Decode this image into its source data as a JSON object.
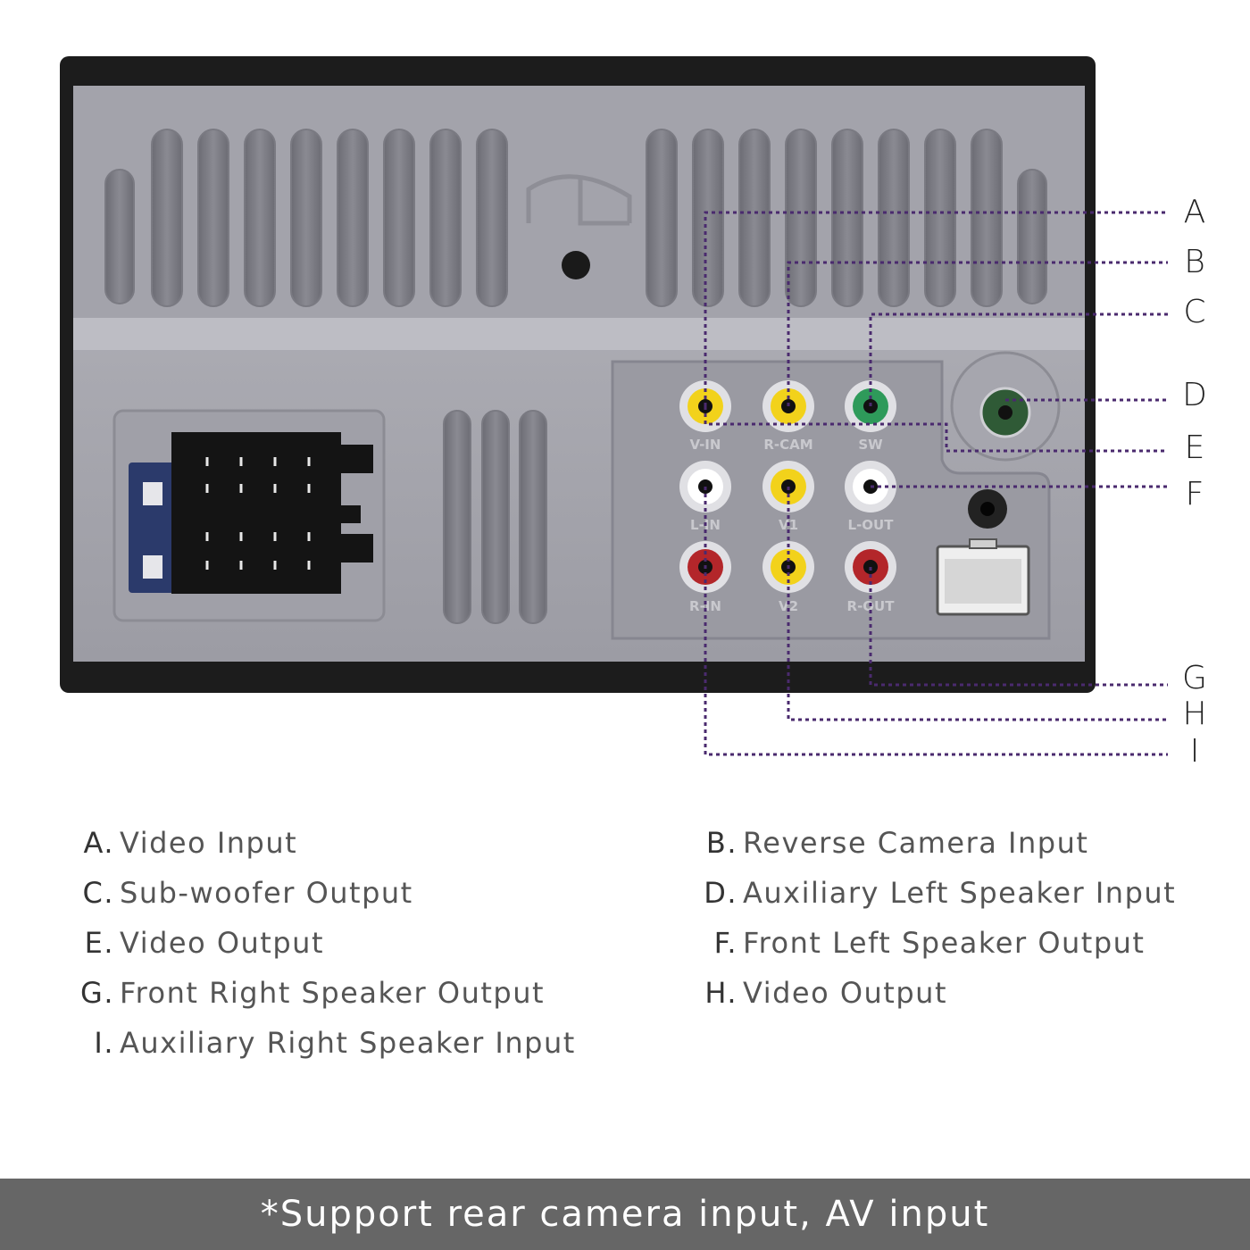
{
  "callouts": [
    "A",
    "B",
    "C",
    "D",
    "E",
    "F",
    "G",
    "H",
    "I"
  ],
  "port_labels": {
    "row1": [
      "V-IN",
      "R-CAM",
      "SW"
    ],
    "row2": [
      "L-IN",
      "V1",
      "L-OUT"
    ],
    "row3": [
      "R-IN",
      "V2",
      "R-OUT"
    ]
  },
  "legend": [
    {
      "letter": "A.",
      "text": "Video Input"
    },
    {
      "letter": "B.",
      "text": "Reverse Camera Input"
    },
    {
      "letter": "C.",
      "text": "Sub-woofer Output"
    },
    {
      "letter": "D.",
      "text": "Auxiliary Left Speaker Input"
    },
    {
      "letter": "E.",
      "text": "Video Output"
    },
    {
      "letter": "F.",
      "text": "Front Left Speaker Output"
    },
    {
      "letter": "G.",
      "text": "Front Right Speaker Output"
    },
    {
      "letter": "H.",
      "text": "Video Output"
    },
    {
      "letter": "I.",
      "text": "Auxiliary Right Speaker Input"
    }
  ],
  "footer": "*Support rear camera input, AV input",
  "colors": {
    "leader_line": "#4a2a6e",
    "rca_yellow": "#f2d21b",
    "rca_green": "#2e9a5a",
    "rca_white": "#ffffff",
    "rca_red": "#b3262a",
    "panel": "#a9a9b0",
    "bezel": "#1a1a1a",
    "footer_bg": "#666666"
  }
}
